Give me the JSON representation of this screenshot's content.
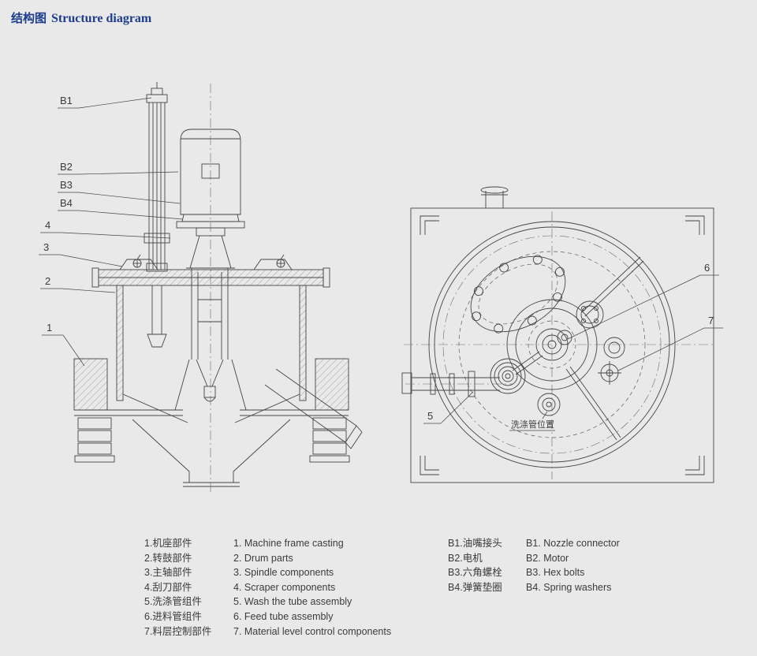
{
  "title": {
    "zh": "结构图",
    "en": "Structure diagram"
  },
  "colors": {
    "background": "#e9e9e9",
    "line": "#454545",
    "title": "#1c3d8d"
  },
  "left_view": {
    "callouts": {
      "b1": "B1",
      "b2": "B2",
      "b3": "B3",
      "b4": "B4",
      "n4": "4",
      "n3": "3",
      "n2": "2",
      "n1": "1"
    }
  },
  "right_view": {
    "callouts": {
      "n6": "6",
      "n7": "7",
      "n5": "5"
    },
    "annotation": "洗涤管位置"
  },
  "legend": {
    "parts": [
      {
        "zh": "1.机座部件",
        "en": "1. Machine frame casting"
      },
      {
        "zh": "2.转鼓部件",
        "en": "2. Drum parts"
      },
      {
        "zh": "3.主轴部件",
        "en": "3. Spindle components"
      },
      {
        "zh": "4.刮刀部件",
        "en": "4. Scraper components"
      },
      {
        "zh": "5.洗涤管组件",
        "en": "5. Wash the tube assembly"
      },
      {
        "zh": "6.进料管组件",
        "en": "6. Feed tube assembly"
      },
      {
        "zh": "7.料层控制部件",
        "en": "7. Material level control components"
      }
    ],
    "bolts": [
      {
        "zh": "B1.油嘴接头",
        "en": "B1. Nozzle connector"
      },
      {
        "zh": "B2.电机",
        "en": "B2. Motor"
      },
      {
        "zh": "B3.六角螺栓",
        "en": "B3. Hex bolts"
      },
      {
        "zh": "B4.弹簧垫圈",
        "en": "B4. Spring washers"
      }
    ]
  }
}
